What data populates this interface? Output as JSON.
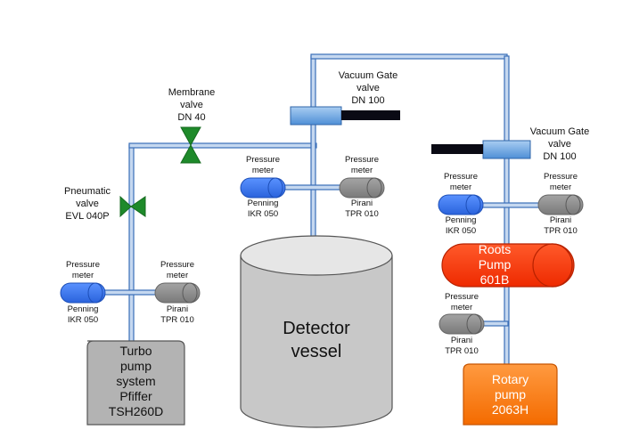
{
  "colors": {
    "pipe_fill": "#c5d8f0",
    "pipe_stroke": "#3a6fb8",
    "penning_gauge": "#3a78f0",
    "pirani_gauge": "#8c8c8c",
    "valve_green": "#1e8a2a",
    "gate_valve_body": "#6aa2de",
    "roots_pump": "#ff3300",
    "rotary_pump": "#ff7a10",
    "vessel": "#c8c8c8",
    "turbo": "#b3b3b3"
  },
  "icons": [
    "membrane-valve-icon",
    "pneumatic-valve-icon",
    "gate-valve-icon",
    "pressure-gauge-icon"
  ],
  "labels": {
    "membrane_valve": "Membrane\nvalve\nDN 40",
    "pneumatic_valve": "Pneumatic\nvalve\nEVL 040P",
    "gate_valve_top": "Vacuum Gate\nvalve\nDN 100",
    "gate_valve_right": "Vacuum Gate\nvalve\nDN 100",
    "pm_upper_penning": "Pressure\nmeter",
    "pm_upper_pirani": "Pressure\nmeter",
    "upper_penning_model": "Penning\nIKR 050",
    "upper_pirani_model": "Pirani\nTPR 010",
    "pm_left_penning": "Pressure\nmeter",
    "pm_left_pirani": "Pressure\nmeter",
    "left_penning_model": "Penning\nIKR 050",
    "left_pirani_model": "Pirani\nTPR 010",
    "pm_right_penning": "Pressure\nmeter",
    "pm_right_pirani": "Pressure\nmeter",
    "right_penning_model": "Penning\nIKR 050",
    "right_pirani_model": "Pirani\nTPR 010",
    "pm_bottom_pirani": "Pressure\nmeter",
    "bottom_pirani_model": "Pirani\nTPR 010",
    "detector_vessel": "Detector\nvessel",
    "turbo_pump": "Turbo\npump\nsystem\nPfiffer\nTSH260D",
    "roots_pump": "Roots\nPump\n601B",
    "rotary_pump": "Rotary\npump\n2063H"
  }
}
